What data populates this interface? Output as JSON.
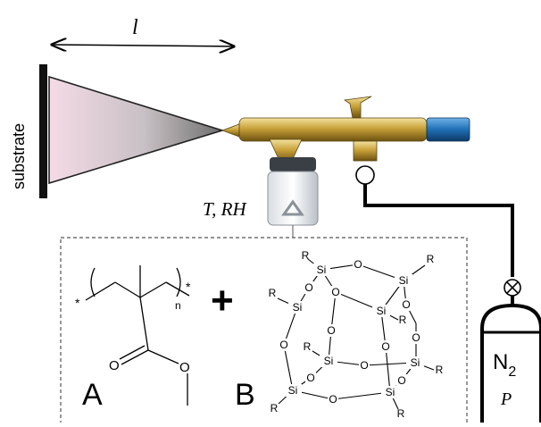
{
  "labels": {
    "distance": "l",
    "substrate": "substrate",
    "conditions": "T, RH",
    "gas": "N",
    "gas_subscript": "2",
    "pressure": "P",
    "plus": "+",
    "component_a": "A",
    "component_b": "B"
  },
  "polymer": {
    "repeat_subscript": "n",
    "end_marker": "*"
  },
  "cage": {
    "silicon": "Si",
    "oxygen": "O",
    "group": "R"
  },
  "colors": {
    "outline": "#000000",
    "cone_near": "#f5dbe6",
    "cone_far": "#7a7a7a",
    "gun_gold": "#c9a23a",
    "gun_gold_dark": "#8a6a1a",
    "gun_blue": "#1f6fb5",
    "dashed_box": "#555555"
  }
}
